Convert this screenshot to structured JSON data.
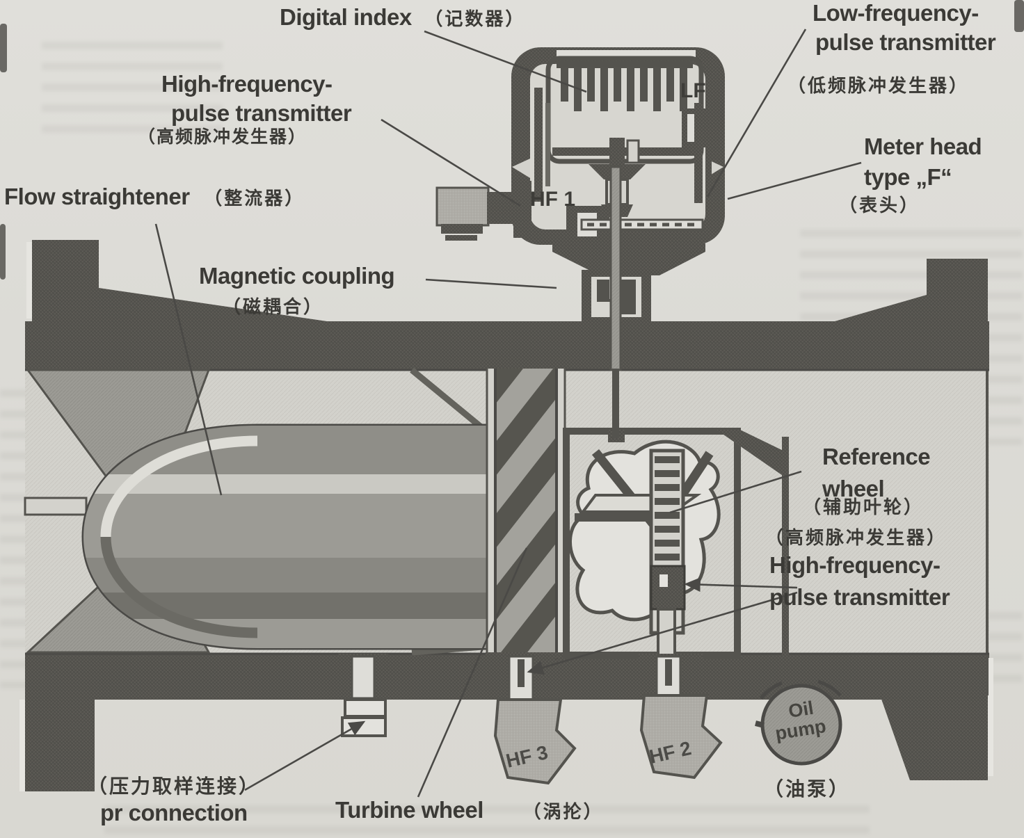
{
  "figure": {
    "title": "Turbine gas flowmeter cutaway diagram",
    "labels": {
      "digital_index": {
        "en": "Digital index",
        "zh": "（记数器）"
      },
      "low_freq": {
        "en1": "Low-frequency-",
        "en2": "pulse transmitter",
        "zh": "（低频脉冲发生器）"
      },
      "high_freq_top": {
        "en1": "High-frequency-",
        "en2": "pulse transmitter",
        "zh": "（高频脉冲发生器）"
      },
      "flow_straightener": {
        "en": "Flow straightener",
        "zh": "（整流器）"
      },
      "magnetic_coupling": {
        "en": "Magnetic coupling",
        "zh": "（磁耦合）"
      },
      "meter_head": {
        "en1": "Meter head",
        "en2": "type „F“",
        "zh": "（表头）"
      },
      "reference_wheel": {
        "en1": "Reference",
        "en2": "wheel",
        "zh": "（辅助叶轮）"
      },
      "high_freq_bottom": {
        "zh": "（高频脉冲发生器）",
        "en1": "High-frequency-",
        "en2": "pulse transmitter"
      },
      "oil_pump": {
        "en1": "Oil",
        "en2": "pump",
        "zh": "（油泵）"
      },
      "pr_connection": {
        "zh": "（压力取样连接）",
        "en": "pr connection"
      },
      "turbine_wheel": {
        "en": "Turbine wheel",
        "zh": "（涡抡）"
      }
    },
    "markers": {
      "hf1": "HF 1",
      "lf": "LF",
      "hf3": "HF 3",
      "hf2": "HF 2"
    },
    "colors": {
      "paper": "#dcdbd6",
      "steel_dark": "#54534e",
      "metal_mid": "#9c9b95",
      "metal_light": "#d3d2cc",
      "cutaway_white": "#e3e2dd",
      "label_text": "#3b3a36",
      "leader_line": "#4a4946"
    }
  }
}
